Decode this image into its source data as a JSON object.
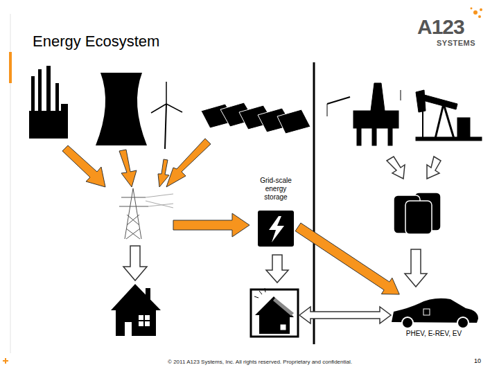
{
  "diagram": {
    "title": "Energy Ecosystem",
    "nodes": [
      {
        "text": [
          "Grid-scale energy storage"
        ]
      },
      {
        "text": [
          "PHEV, E-REV, EV"
        ]
      }
    ],
    "edges": [
      {
        "from": 0,
        "to": 1,
        "arrow": "to"
      }
    ],
    "labels": [
      "A123",
      "SYSTEMS",
      "© 2011 A123 Systems, Inc. All rights reserved. Proprietary and confidential.",
      "10"
    ]
  }
}
